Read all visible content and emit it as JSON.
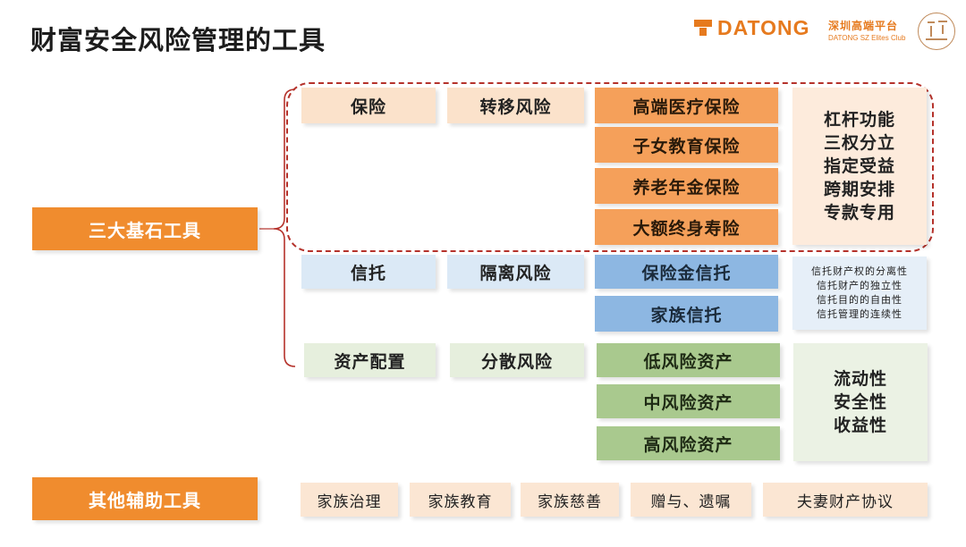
{
  "title": "财富安全风险管理的工具",
  "logo": {
    "brand": "DATONG",
    "cn_text": "深圳高端平台",
    "en_text": "DATONG SZ Elites Club"
  },
  "left_labels": {
    "main": "三大基石工具",
    "aux": "其他辅助工具"
  },
  "rows": {
    "insurance": {
      "tool": "保险",
      "function": "转移风险",
      "products": [
        "高端医疗保险",
        "子女教育保险",
        "养老年金保险",
        "大额终身寿险"
      ],
      "features": [
        "杠杆功能",
        "三权分立",
        "指定受益",
        "跨期安排",
        "专款专用"
      ]
    },
    "trust": {
      "tool": "信托",
      "function": "隔离风险",
      "products": [
        "保险金信托",
        "家族信托"
      ],
      "features": [
        "信托财产权的分离性",
        "信托财产的独立性",
        "信托目的的自由性",
        "信托管理的连续性"
      ]
    },
    "asset": {
      "tool": "资产配置",
      "function": "分散风险",
      "products": [
        "低风险资产",
        "中风险资产",
        "高风险资产"
      ],
      "features": [
        "流动性",
        "安全性",
        "收益性"
      ]
    }
  },
  "aux_items": [
    "家族治理",
    "家族教育",
    "家族慈善",
    "赠与、遗嘱",
    "夫妻财产协议"
  ],
  "colors": {
    "accent_orange": "#f08c2e",
    "dashed_border": "#b5322b"
  }
}
